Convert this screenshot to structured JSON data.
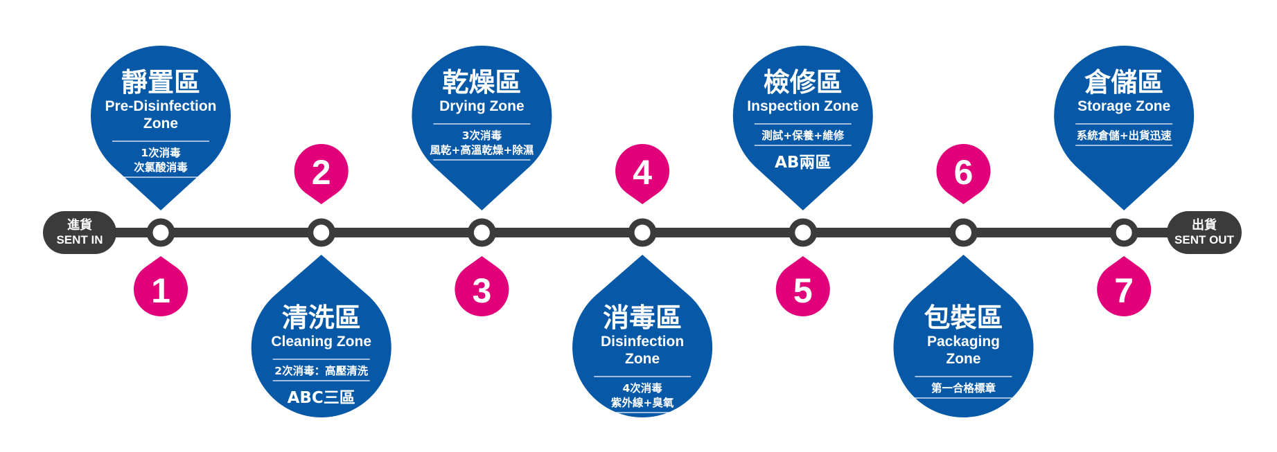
{
  "colors": {
    "track": "#3c3b3c",
    "zone": "#0759a7",
    "number": "#e2007a",
    "text": "#ffffff"
  },
  "start": {
    "cn": "進貨",
    "en": "SENT IN"
  },
  "end": {
    "cn": "出貨",
    "en": "SENT OUT"
  },
  "stations": [
    {
      "number": "1",
      "position": "above",
      "cn": "靜置區",
      "en": [
        "Pre-Disinfection",
        "Zone"
      ],
      "details": [
        "1次消毒",
        "次氯酸消毒"
      ],
      "extra": ""
    },
    {
      "number": "2",
      "position": "below",
      "cn": "清洗區",
      "en": [
        "Cleaning Zone"
      ],
      "details": [
        "2次消毒：高壓清洗"
      ],
      "extra": "ABC三區"
    },
    {
      "number": "3",
      "position": "above",
      "cn": "乾燥區",
      "en": [
        "Drying Zone"
      ],
      "details": [
        "3次消毒",
        "風乾+高溫乾燥+除濕"
      ],
      "extra": ""
    },
    {
      "number": "4",
      "position": "below",
      "cn": "消毒區",
      "en": [
        "Disinfection",
        "Zone"
      ],
      "details": [
        "4次消毒",
        "紫外線+臭氧"
      ],
      "extra": ""
    },
    {
      "number": "5",
      "position": "above",
      "cn": "檢修區",
      "en": [
        "Inspection Zone"
      ],
      "details": [
        "測試+保養+維修"
      ],
      "extra": "AB兩區"
    },
    {
      "number": "6",
      "position": "below",
      "cn": "包裝區",
      "en": [
        "Packaging",
        "Zone"
      ],
      "details": [
        "第一合格標章"
      ],
      "extra": ""
    },
    {
      "number": "7",
      "position": "above",
      "cn": "倉儲區",
      "en": [
        "Storage Zone"
      ],
      "details": [
        "系統倉儲+出貨迅速"
      ],
      "extra": ""
    }
  ]
}
